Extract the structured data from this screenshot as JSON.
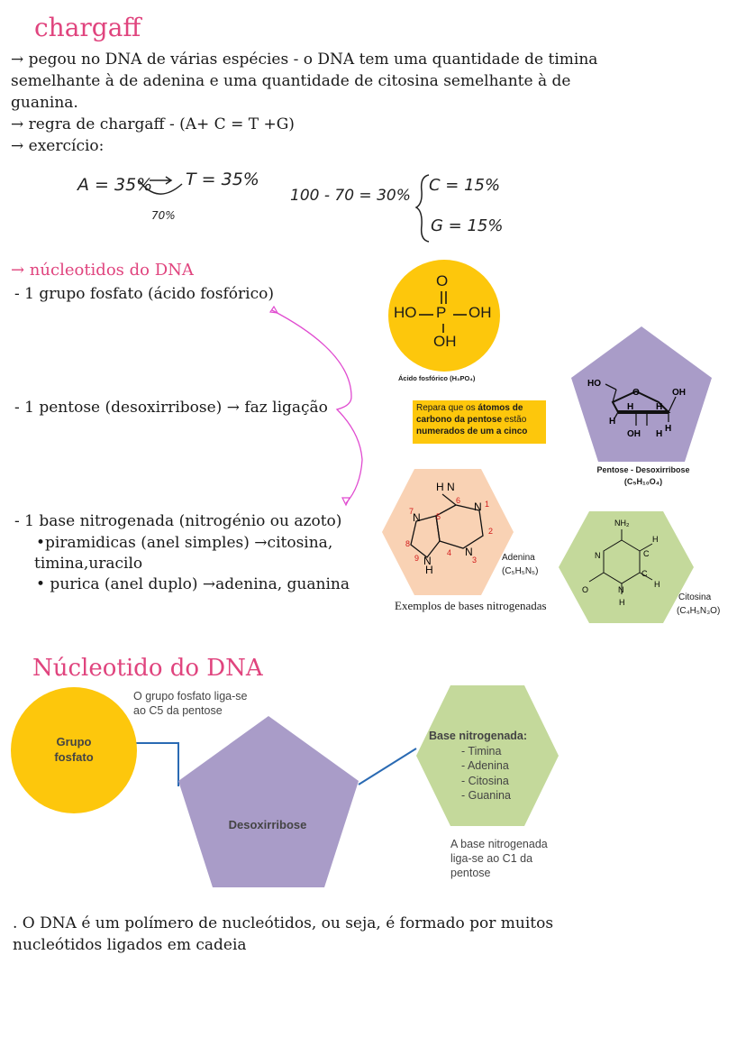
{
  "section1": {
    "title": "chargaff",
    "lines": [
      "→ pegou no DNA de várias espécies - o DNA tem uma quantidade de timina",
      "semelhante à de adenina e uma quantidade de citosina semelhante à de",
      "guanina.",
      "→ regra de chargaff - (A+ C = T +G)",
      "→ exercício:"
    ],
    "handwriting": {
      "a_eq": "A = 35%",
      "t_eq": "T = 35%",
      "sum": "70%",
      "calc": "100 - 70 = 30%",
      "c_eq": "C = 15%",
      "g_eq": "G = 15%"
    }
  },
  "section2": {
    "title": "→ núcleotidos do DNA",
    "item1": "-   1 grupo fosfato (ácido fosfórico)",
    "item2": "-   1 pentose (desoxirribose) → faz ligação",
    "item3": "-   1 base nitrogenada (nitrogénio ou azoto)",
    "sub1a": "•piramidicas (anel simples) →citosina,",
    "sub1b": "timina,uracilo",
    "sub2": "• purica (anel duplo) →adenina, guanina",
    "phosphate": {
      "o": "O",
      "ho": "HO",
      "p": "P",
      "oh": "OH",
      "oh2": "OH",
      "caption": "Ácido fosfórico (H₃PO₄)"
    },
    "note": {
      "part1": "Repara que os ",
      "bold": "átomos de carbono da pentose",
      "part2": " estão ",
      "bold2": "numerados de um a cinco"
    },
    "pentose_caption1": "Pentose - Desoxirribose",
    "pentose_caption2": "(C₅H₁₀O₄)",
    "adenine_caption1": "Adenina",
    "adenine_caption2": "(C₅H₅N₅)",
    "cytosine_caption1": "Citosina",
    "cytosine_caption2": "(C₄H₅N₃O)",
    "examples_caption": "Exemplos de bases nitrogenadas"
  },
  "section3": {
    "title": "Núcleotido do DNA",
    "phosphate_label1": "Grupo",
    "phosphate_label2": "fosfato",
    "note_top1": "O grupo fosfato liga-se",
    "note_top2": "ao C5 da pentose",
    "sugar_label": "Desoxirribose",
    "base_title": "Base nitrogenada:",
    "bases": [
      "- Timina",
      "- Adenina",
      "- Citosina",
      "- Guanina"
    ],
    "note_bottom1": "A base nitrogenada",
    "note_bottom2": "liga-se ao C1 da",
    "note_bottom3": "pentose"
  },
  "footer": {
    "line1": ". O DNA é um polímero de nucleótidos, ou seja, é formado por muitos",
    "line2": "nucleótidos ligados em cadeia"
  },
  "colors": {
    "pink": "#e0447e",
    "phosphate": "#fdc70c",
    "pentose": "#a99cc8",
    "base_green": "#c4d99b",
    "adenine": "#f9d2b4",
    "connector": "#2a6ab3"
  }
}
